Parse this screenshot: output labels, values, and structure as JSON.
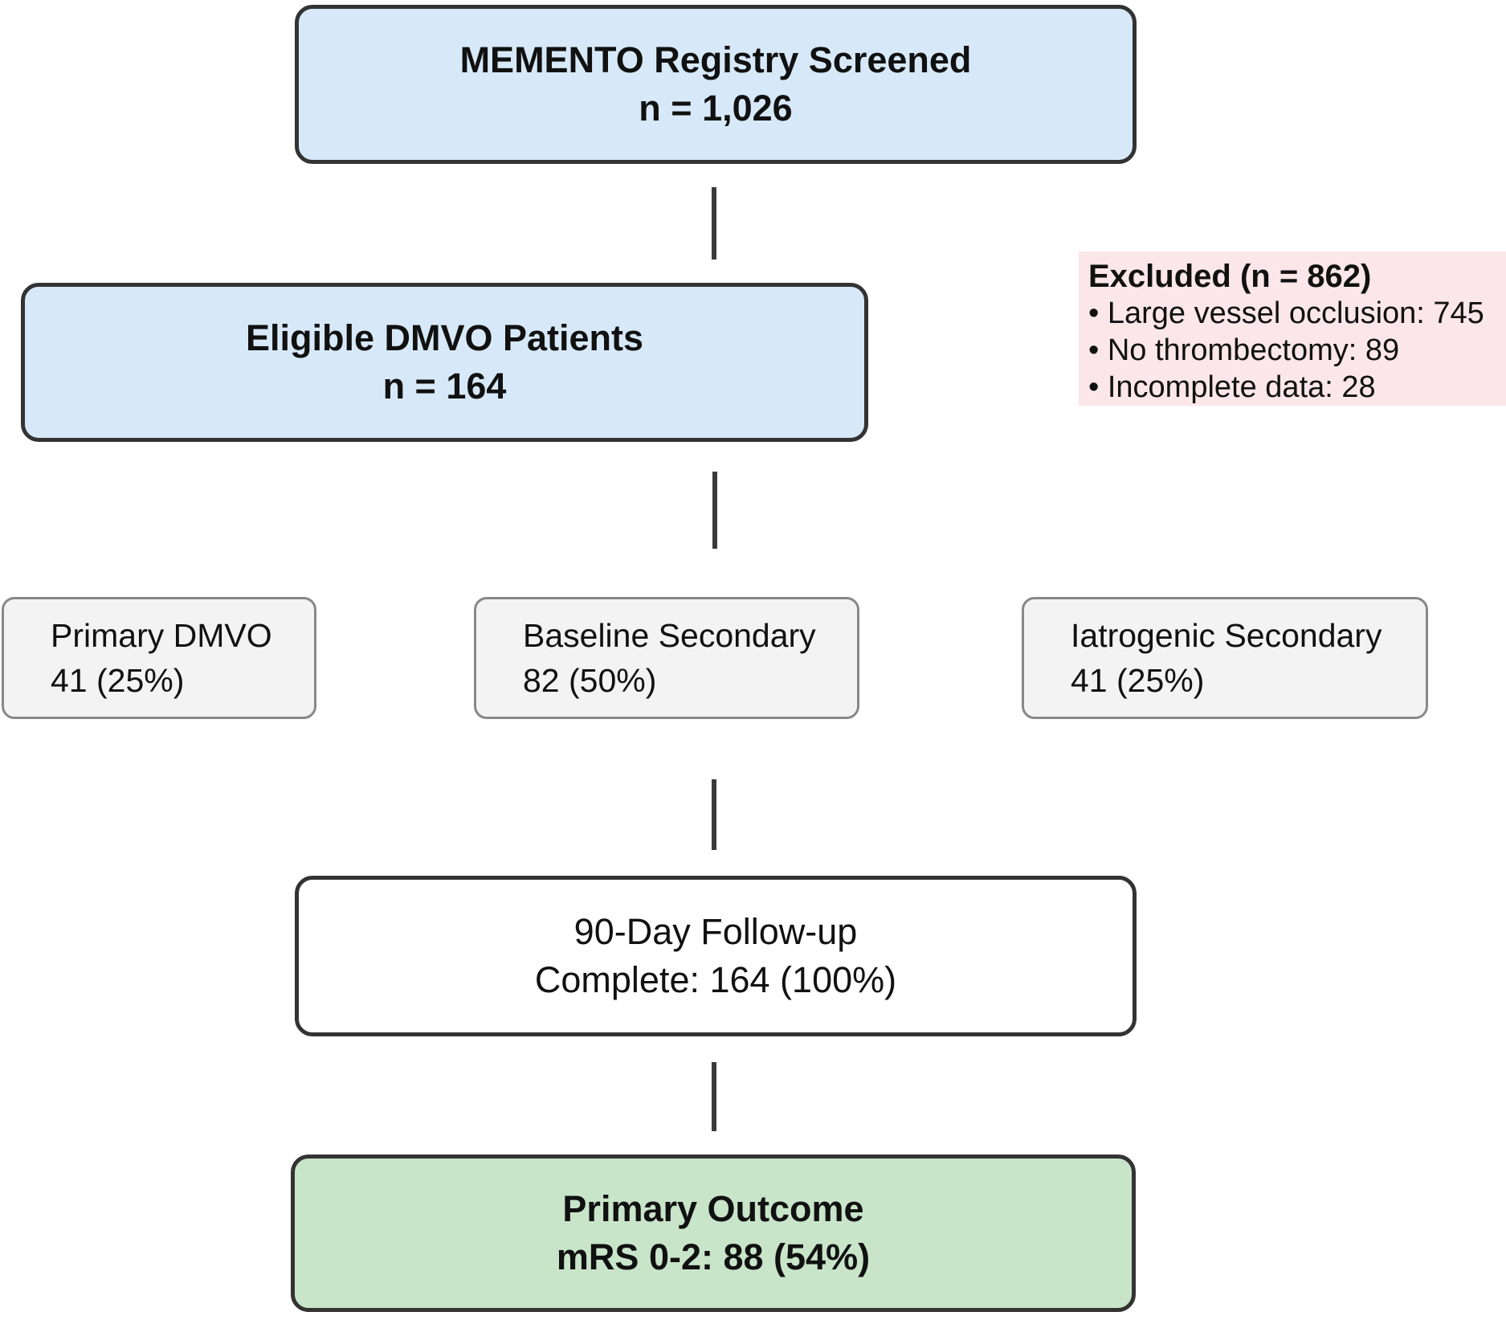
{
  "nodes": {
    "screened": {
      "line1": "MEMENTO Registry Screened",
      "line2": "n = 1,026"
    },
    "eligible": {
      "line1": "Eligible DMVO Patients",
      "line2": "n = 164"
    },
    "excluded": {
      "title": "Excluded (n = 862)",
      "items": [
        "• Large vessel occlusion: 745",
        "• No thrombectomy: 89",
        "• Incomplete data: 28"
      ]
    },
    "primary_dmvo": {
      "line1": "Primary DMVO",
      "line2": "41 (25%)"
    },
    "baseline_secondary": {
      "line1": "Baseline Secondary",
      "line2": "82 (50%)"
    },
    "iatrogenic_secondary": {
      "line1": "Iatrogenic Secondary",
      "line2": "41 (25%)"
    },
    "followup": {
      "line1": "90-Day Follow-up",
      "line2": "Complete: 164 (100%)"
    },
    "outcome": {
      "line1": "Primary Outcome",
      "line2": "mRS 0-2: 88 (54%)"
    }
  },
  "colors": {
    "blue_fill": "#d7e9f8",
    "pink_fill": "#fbe6e9",
    "gray_fill": "#f3f3f3",
    "green_fill": "#c8e5c9",
    "dark_border": "#333333",
    "gray_border": "#888888",
    "connector": "#3a3a3a",
    "text": "#111111"
  }
}
